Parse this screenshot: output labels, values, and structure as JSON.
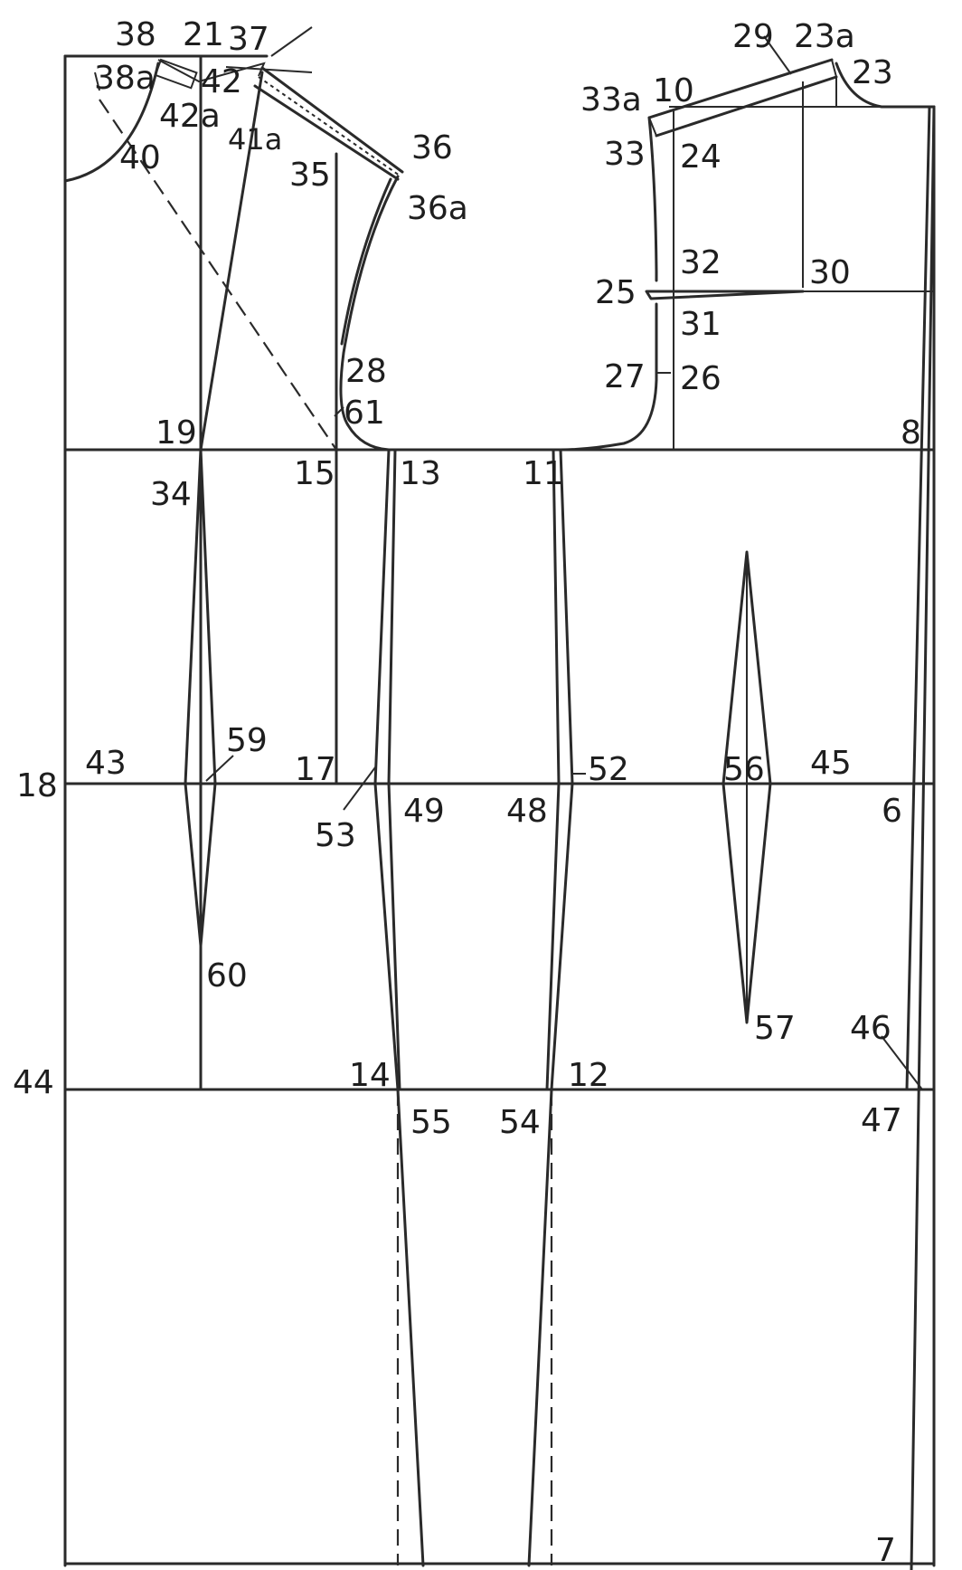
{
  "diagram": {
    "labels": {
      "p38": "38",
      "p21": "21",
      "p37": "37",
      "p38a": "38a",
      "p42": "42",
      "p42a": "42a",
      "p41a": "41a",
      "p40": "40",
      "p35": "35",
      "p36": "36",
      "p36a": "36a",
      "p29": "29",
      "p23a": "23a",
      "p23": "23",
      "p33a": "33a",
      "p10": "10",
      "p33": "33",
      "p24": "24",
      "p32": "32",
      "p25": "25",
      "p30": "30",
      "p31": "31",
      "p27": "27",
      "p26": "26",
      "p28": "28",
      "p61": "61",
      "p19": "19",
      "p8": "8",
      "p34": "34",
      "p15": "15",
      "p13": "13",
      "p11": "11",
      "p59": "59",
      "p18": "18",
      "p43": "43",
      "p17": "17",
      "p52": "52",
      "p56": "56",
      "p45": "45",
      "p53": "53",
      "p49": "49",
      "p48": "48",
      "p6": "6",
      "p60": "60",
      "p57": "57",
      "p46": "46",
      "p44": "44",
      "p14": "14",
      "p12": "12",
      "p55": "55",
      "p54": "54",
      "p47": "47",
      "p7": "7"
    },
    "colors": {
      "line": "#2a2a2a",
      "text": "#1e1e1e",
      "background": "#ffffff"
    }
  }
}
